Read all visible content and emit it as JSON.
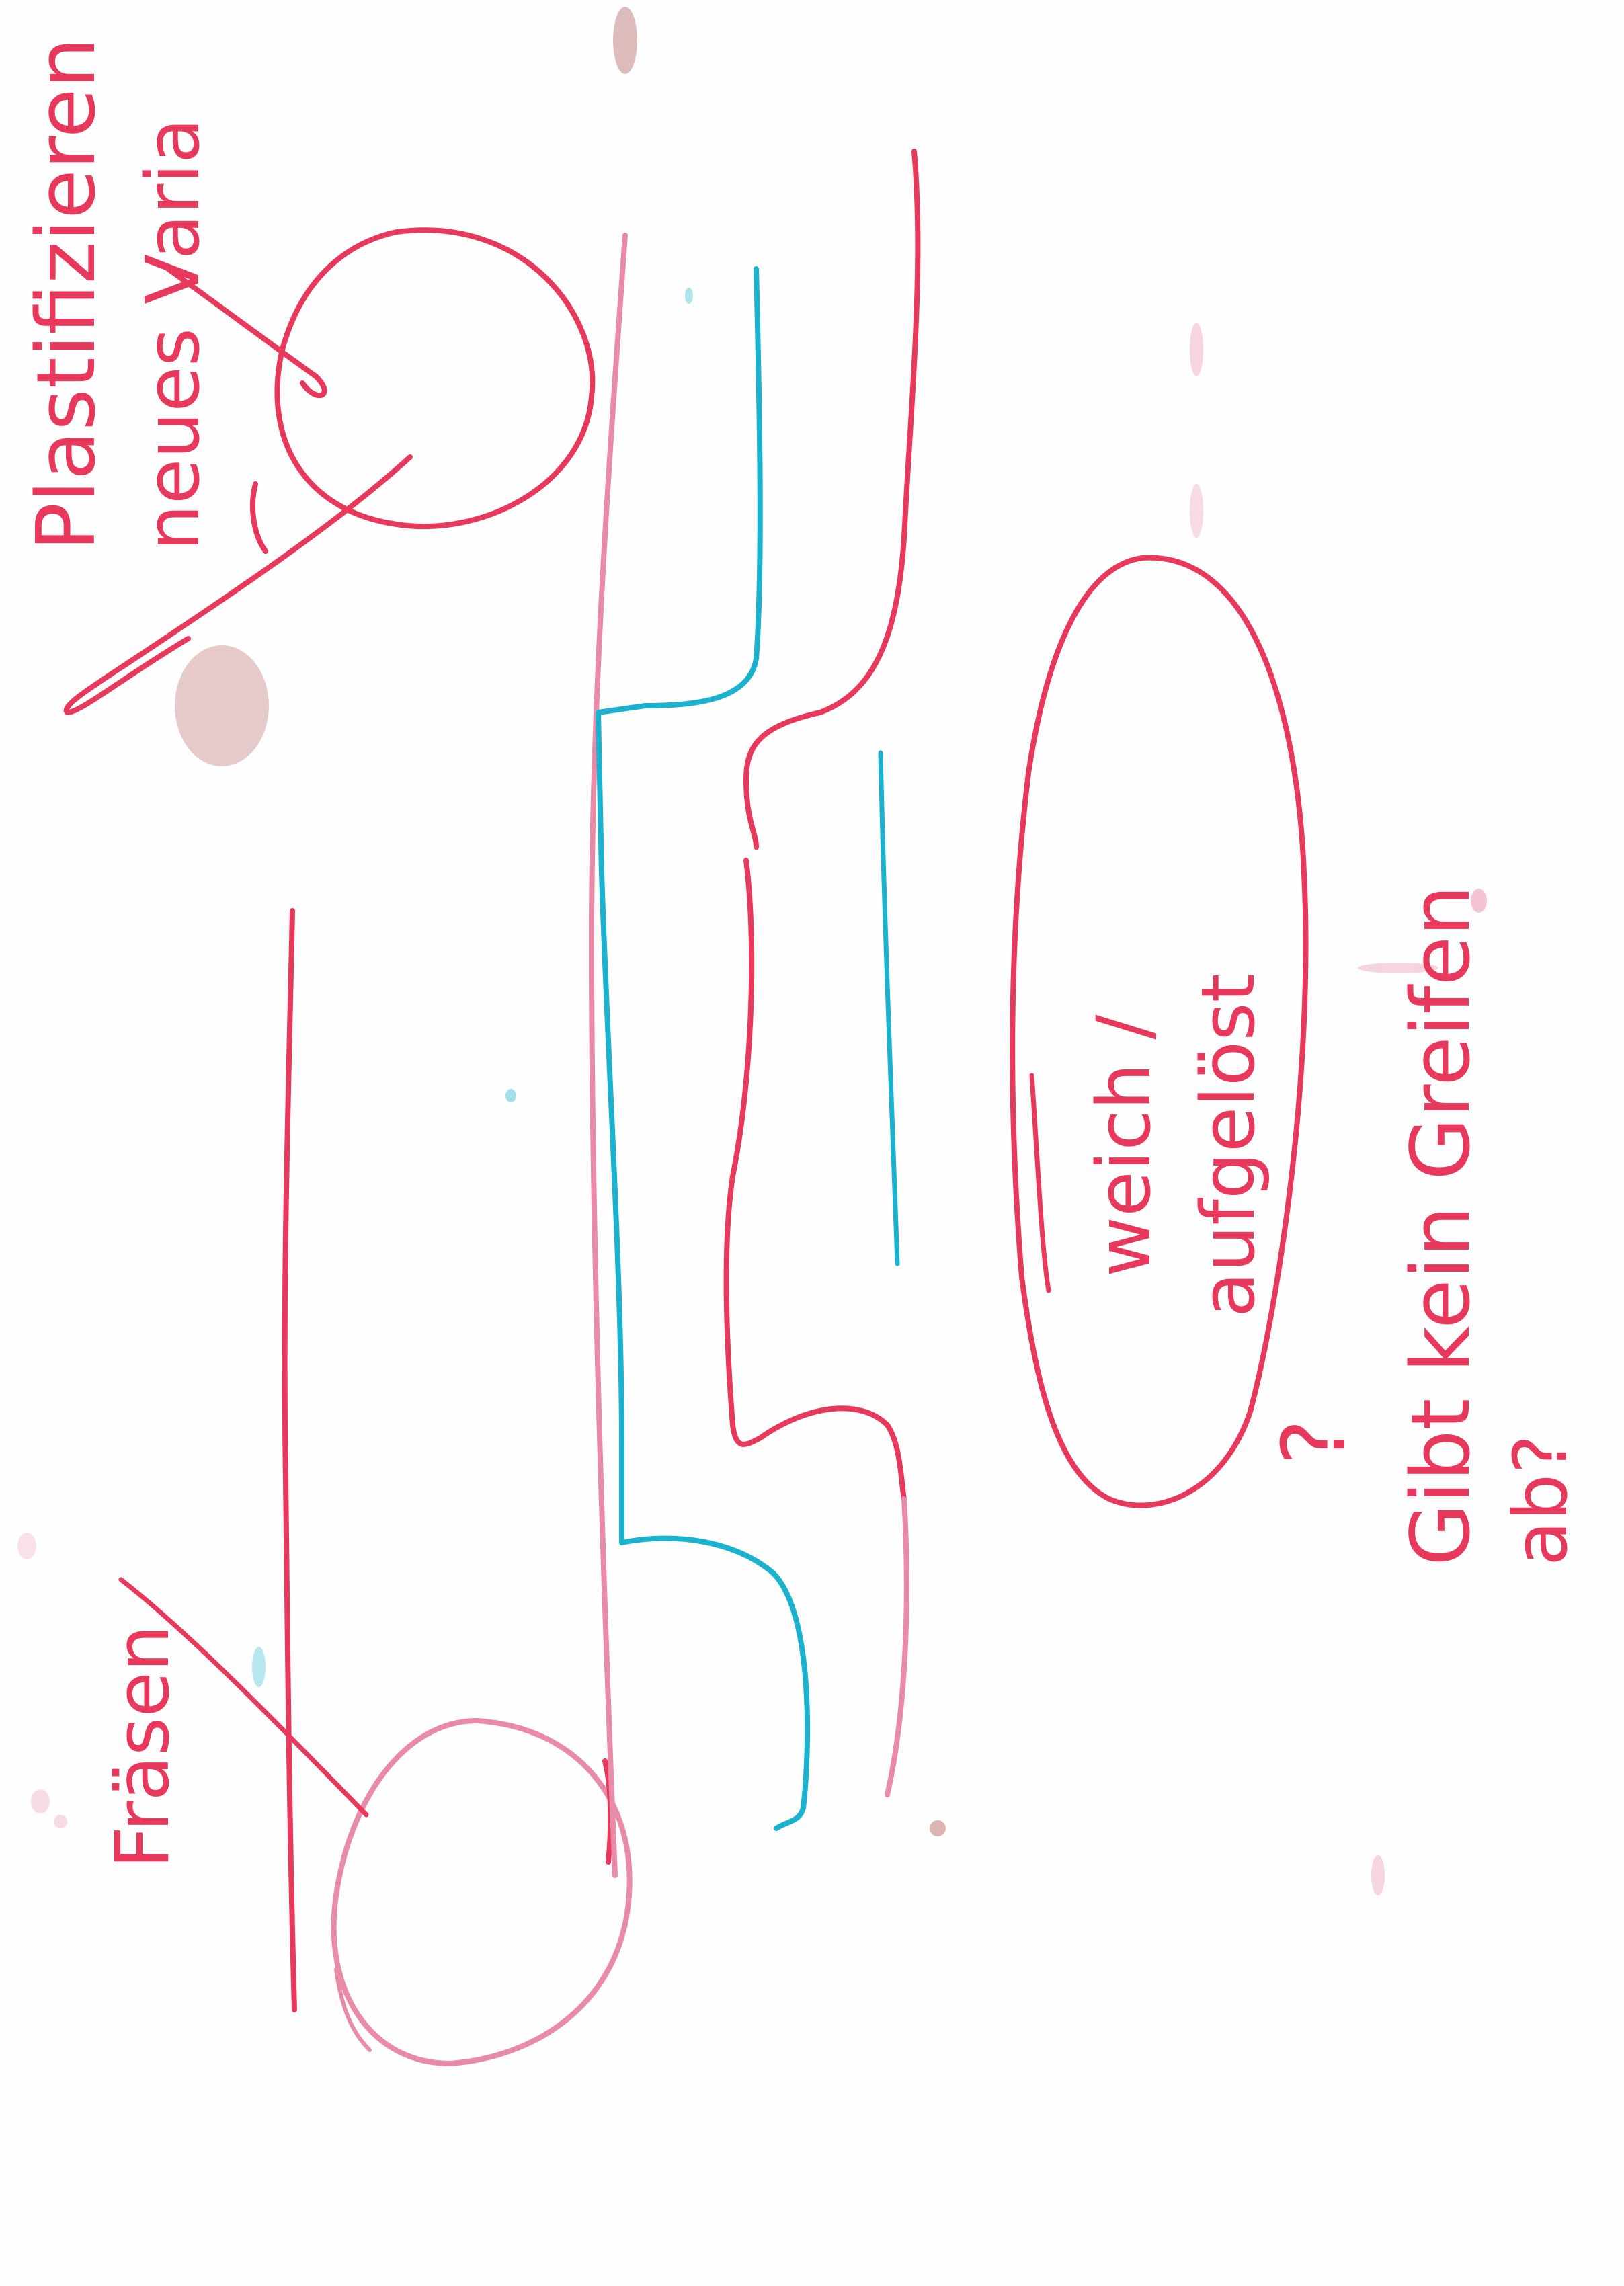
{
  "colors": {
    "paper": "#fefefe",
    "red_ink": "#e8385c",
    "pink_ink": "#e98aa6",
    "cyan_ink": "#1bb2cf",
    "stain": "#b96a6a"
  },
  "annotations": {
    "top_right_line1": "Plastifizieren",
    "top_right_line2": "neues Varia",
    "bottom_left": "Fräsen",
    "center_line1": "weich /",
    "center_line2": "aufgelöst",
    "question_mark": "?",
    "bottom_right_line1": "Gibt kein Greifen",
    "bottom_right_line2": "ab?"
  }
}
